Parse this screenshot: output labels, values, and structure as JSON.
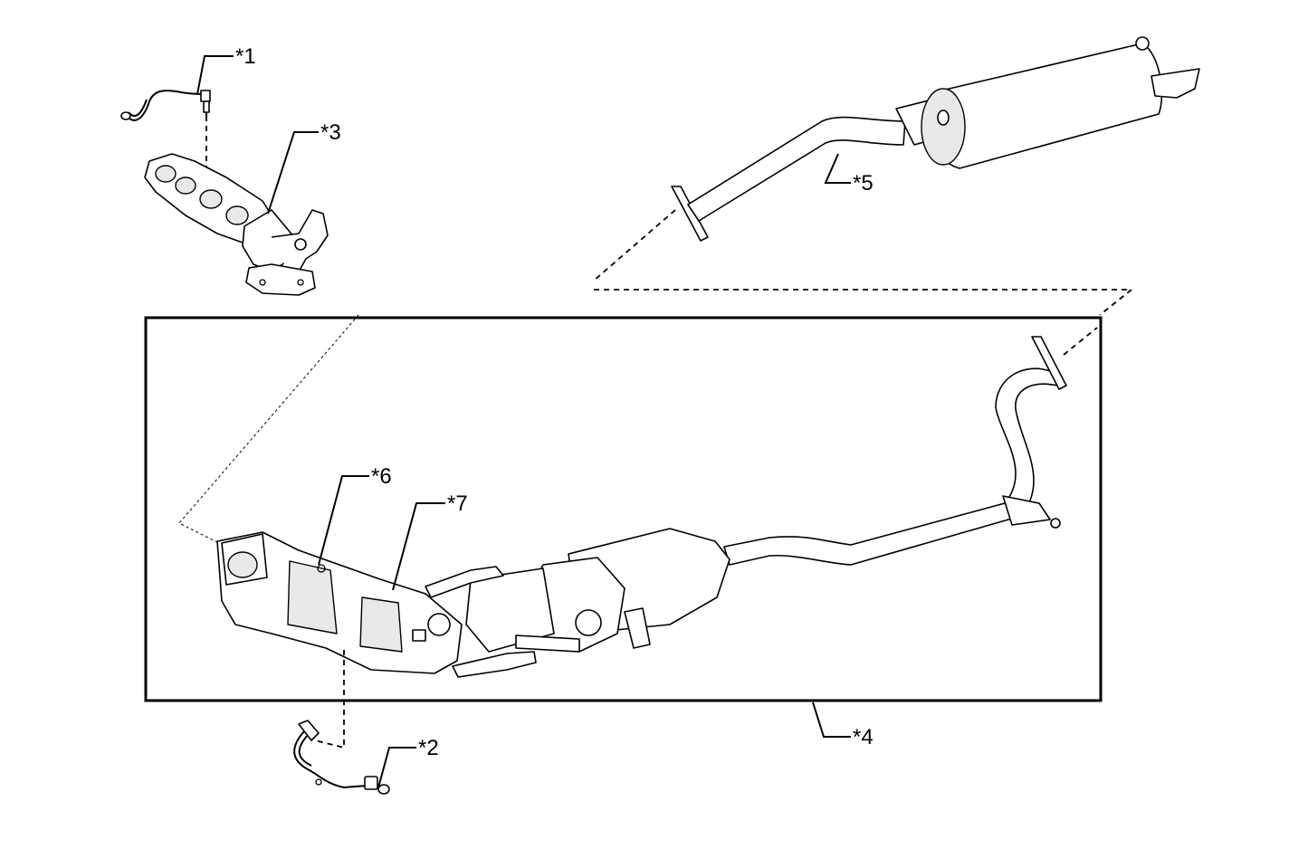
{
  "callouts": {
    "c1": "*1",
    "c2": "*2",
    "c3": "*3",
    "c4": "*4",
    "c5": "*5",
    "c6": "*6",
    "c7": "*7"
  }
}
